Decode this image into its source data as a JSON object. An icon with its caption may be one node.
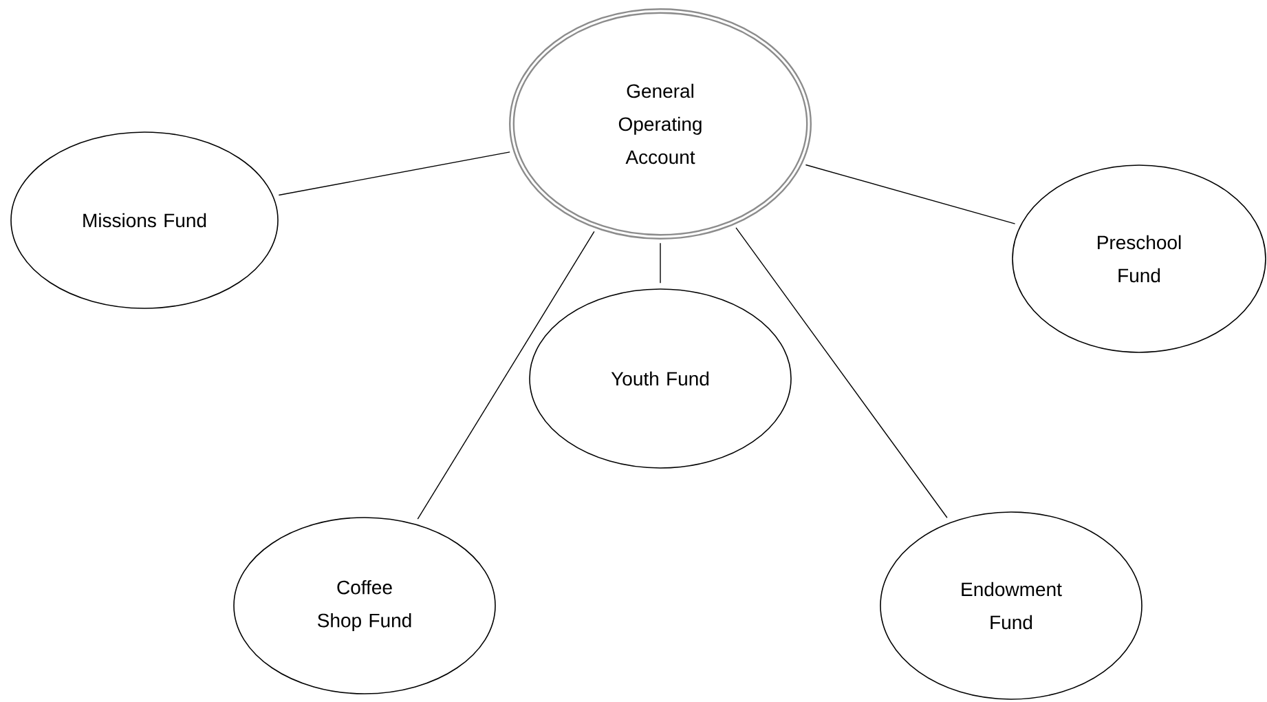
{
  "diagram": {
    "nodes": [
      {
        "text": [
          "General Operating Account"
        ]
      },
      {
        "text": [
          "Missions Fund"
        ]
      },
      {
        "text": [
          "Preschool Fund"
        ]
      },
      {
        "text": [
          "Youth Fund"
        ]
      },
      {
        "text": [
          "Coffee Shop Fund"
        ]
      },
      {
        "text": [
          "Endowment Fund"
        ]
      }
    ],
    "edges": [
      {
        "from": 0,
        "to": 1,
        "arrow": "none"
      },
      {
        "from": 0,
        "to": 2,
        "arrow": "none"
      },
      {
        "from": 0,
        "to": 3,
        "arrow": "none"
      },
      {
        "from": 0,
        "to": 4,
        "arrow": "none"
      },
      {
        "from": 0,
        "to": 5,
        "arrow": "none"
      }
    ]
  }
}
